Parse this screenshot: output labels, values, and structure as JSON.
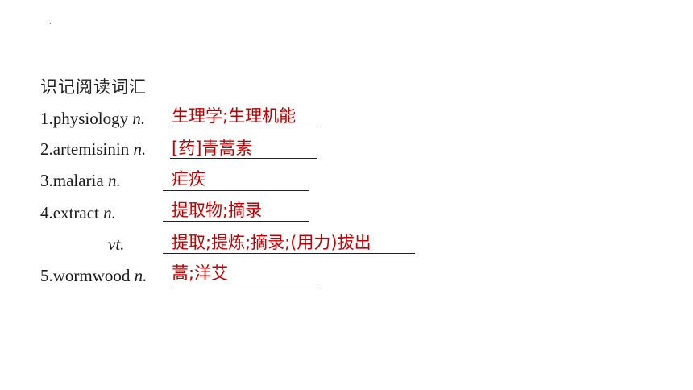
{
  "slide": {
    "marker": ".",
    "heading": "识记阅读词汇",
    "items": [
      {
        "num_word": "1.physiology",
        "pos": "n.",
        "answer": "生理学;生理机能"
      },
      {
        "num_word": "2.artemisinin",
        "pos": "n.",
        "answer": "[药]青蒿素"
      },
      {
        "num_word": "3.malaria",
        "pos": "n.",
        "answer": "疟疾"
      },
      {
        "num_word": "4.extract",
        "pos": "n.",
        "answer": "提取物;摘录"
      },
      {
        "num_word": "",
        "pos": "vt.",
        "answer": "提取;提炼;摘录;(用力)拔出"
      },
      {
        "num_word": "5.wormwood",
        "pos": "n.",
        "answer": "蒿;洋艾"
      }
    ],
    "colors": {
      "answer": "#c00000",
      "text": "#1a1a1a"
    }
  }
}
